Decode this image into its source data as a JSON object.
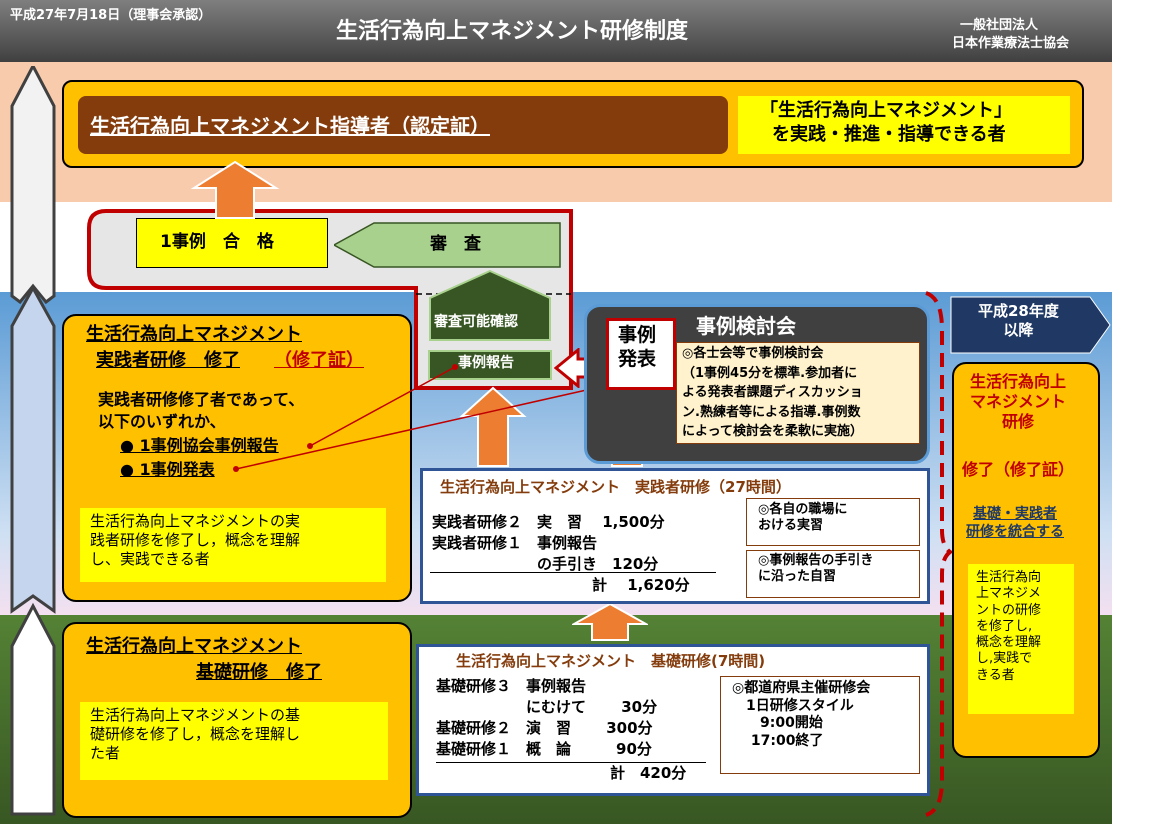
{
  "header": {
    "date": "平成27年7月18日（理事会承認）",
    "title": "生活行為向上マネジメント研修制度",
    "org_line1": "一般社団法人",
    "org_line2": "日本作業療法士協会"
  },
  "top": {
    "leader_title": "生活行為向上マネジメント指導者（認定証）",
    "desc_line1": "「生活行為向上マネジメント」",
    "desc_line2": "を実践・推進・指導できる者"
  },
  "review": {
    "pass": "1事例　合　格",
    "review": "審　査",
    "check": "審査可能確認",
    "report": "事例報告"
  },
  "practitioner_done": {
    "title_line1": "生活行為向上マネジメント",
    "title_line2": "実践者研修　修了",
    "cert": "（修了証）",
    "cond_line1": "実践者研修修了者であって、",
    "cond_line2": "以下のいずれか、",
    "opt1": "● 1事例協会事例報告",
    "opt2": "● 1事例発表",
    "desc": "生活行為向上マネジメントの実\n践者研修を修了し，概念を理解\nし、実践できる者"
  },
  "case_meeting": {
    "present": "事例\n発表",
    "title": "事例検討会",
    "desc": "◎各士会等で事例検討会\n（1事例45分を標準.参加者に\nよる発表者課題ディスカッショ\nン.熟練者等による指導.事例数\nによって検討会を柔軟に実施）"
  },
  "practitioner_training": {
    "title": "生活行為向上マネジメント　実践者研修（27時間）",
    "rows": "実践者研修２　実　習　 1,500分\n実践者研修１　事例報告\n　　　　　　　の手引き　120分",
    "total": "計　 1,620分",
    "note1": "◎各自の職場に\nおける実習",
    "note2": "◎事例報告の手引き\nに沿った自習"
  },
  "basic_done": {
    "title_line1": "生活行為向上マネジメント",
    "title_line2": "基礎研修　修了",
    "desc": "生活行為向上マネジメントの基\n礎研修を修了し，概念を理解し\nた者"
  },
  "basic_training": {
    "title": "生活行為向上マネジメント　基礎研修(7時間)",
    "rows": "基礎研修３　事例報告\n　　　　　　にむけて　　 30分\n基礎研修２　演　習　　 300分\n基礎研修１　概　論　　　90分",
    "total": "計　420分",
    "note": "◎都道府県主催研修会\n　1日研修スタイル\n　　9:00開始\n　 17:00終了"
  },
  "future": {
    "label": "平成28年度\n以降",
    "title": "生活行為向上\nマネジメント\n研修",
    "cert": "修了（修了証）",
    "integrate": "基礎・実践者\n研修を統合する",
    "desc": "生活行為向\n上マネジメ\nントの研修\nを修了し,\n概念を理解\nし,実践で\nきる者"
  },
  "colors": {
    "header_bg": "#595959",
    "brown": "#843c0c",
    "orange": "#ffc000",
    "yellow": "#ffff00",
    "arrow_orange": "#ed7d31",
    "dark_green": "#375623",
    "light_green": "#a9d18e",
    "navy": "#1f3864",
    "red": "#c00000"
  }
}
